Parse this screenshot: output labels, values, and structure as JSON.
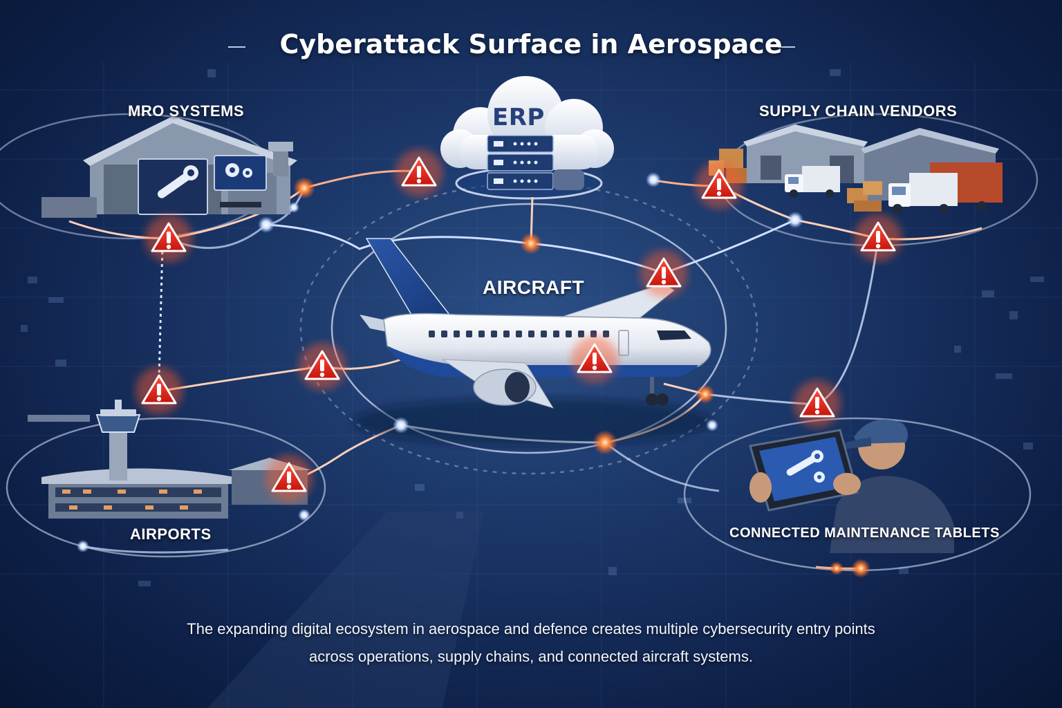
{
  "title": "Cyberattack Surface in Aerospace",
  "nodes": {
    "mro": "MRO SYSTEMS",
    "erp": "ERP",
    "supply": "SUPPLY CHAIN VENDORS",
    "aircraft": "AIRCRAFT",
    "airports": "AIRPORTS",
    "tablets": "CONNECTED MAINTENANCE TABLETS"
  },
  "caption": {
    "line1": "The expanding digital ecosystem in aerospace and defence creates multiple cybersecurity entry points",
    "line2": "across operations, supply chains, and connected aircraft systems."
  },
  "colors": {
    "link": "#dfe9ff",
    "alert_red": "#e8261c",
    "hot_node": "#ff7a3c",
    "background": "#1a3566"
  },
  "icons": [
    "cloud-icon",
    "server-icon",
    "warning-icon",
    "wrench-icon",
    "gear-icon",
    "truck-icon",
    "control-tower-icon",
    "tablet-icon",
    "technician-icon",
    "airplane-icon"
  ]
}
